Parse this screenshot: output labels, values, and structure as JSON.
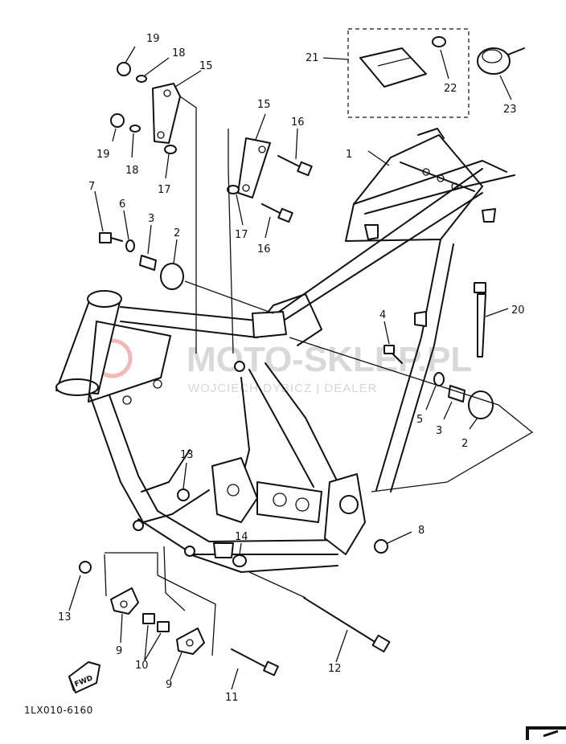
{
  "diagram": {
    "catalog_code": "1LX010-6160",
    "direction_marker": "FWD",
    "watermark": {
      "main": "MOTO-SKLEP.PL",
      "sub": "WOJCIECH DYBICZ | DEALER"
    },
    "callouts": [
      {
        "id": "c1",
        "text": "1"
      },
      {
        "id": "c2a",
        "text": "2"
      },
      {
        "id": "c2b",
        "text": "2"
      },
      {
        "id": "c3a",
        "text": "3"
      },
      {
        "id": "c3b",
        "text": "3"
      },
      {
        "id": "c4",
        "text": "4"
      },
      {
        "id": "c5",
        "text": "5"
      },
      {
        "id": "c6",
        "text": "6"
      },
      {
        "id": "c7",
        "text": "7"
      },
      {
        "id": "c8",
        "text": "8"
      },
      {
        "id": "c9a",
        "text": "9"
      },
      {
        "id": "c9b",
        "text": "9"
      },
      {
        "id": "c10",
        "text": "10"
      },
      {
        "id": "c11",
        "text": "11"
      },
      {
        "id": "c12",
        "text": "12"
      },
      {
        "id": "c13a",
        "text": "13"
      },
      {
        "id": "c13b",
        "text": "13"
      },
      {
        "id": "c14",
        "text": "14"
      },
      {
        "id": "c15a",
        "text": "15"
      },
      {
        "id": "c15b",
        "text": "15"
      },
      {
        "id": "c16a",
        "text": "16"
      },
      {
        "id": "c16b",
        "text": "16"
      },
      {
        "id": "c17a",
        "text": "17"
      },
      {
        "id": "c17b",
        "text": "17"
      },
      {
        "id": "c18a",
        "text": "18"
      },
      {
        "id": "c18b",
        "text": "18"
      },
      {
        "id": "c19a",
        "text": "19"
      },
      {
        "id": "c19b",
        "text": "19"
      },
      {
        "id": "c20",
        "text": "20"
      },
      {
        "id": "c21",
        "text": "21"
      },
      {
        "id": "c22",
        "text": "22"
      },
      {
        "id": "c23",
        "text": "23"
      }
    ]
  }
}
